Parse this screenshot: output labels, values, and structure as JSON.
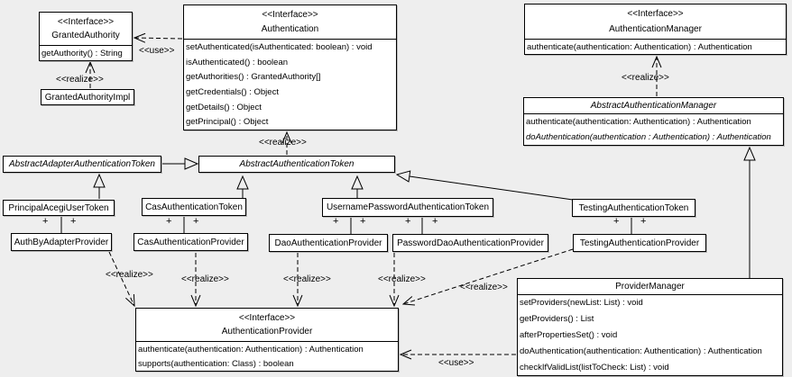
{
  "stereotypes": {
    "interface": "<<Interface>>",
    "realize": "<<realize>>",
    "use": "<<use>>",
    "plus": "+"
  },
  "classes": {
    "granted_authority": {
      "stereotype": "<<Interface>>",
      "name": "GrantedAuthority",
      "methods": [
        "getAuthority() : String"
      ]
    },
    "granted_authority_impl": {
      "name": "GrantedAuthorityImpl"
    },
    "authentication": {
      "stereotype": "<<Interface>>",
      "name": "Authentication",
      "methods": [
        "setAuthenticated(isAuthenticated: boolean) : void",
        "isAuthenticated() : boolean",
        "getAuthorities() : GrantedAuthority[]",
        "getCredentials() : Object",
        "getDetails() : Object",
        "getPrincipal() : Object"
      ]
    },
    "authentication_manager": {
      "stereotype": "<<Interface>>",
      "name": "AuthenticationManager",
      "methods": [
        "authenticate(authentication: Authentication) : Authentication"
      ]
    },
    "abstract_authentication_manager": {
      "name": "AbstractAuthenticationManager",
      "methods": [
        "authenticate(authentication: Authentication) : Authentication",
        "doAuthentication(authentication : Authentication) : Authentication"
      ]
    },
    "abstract_adapter_authentication_token": {
      "name": "AbstractAdapterAuthenticationToken"
    },
    "abstract_authentication_token": {
      "name": "AbstractAuthenticationToken"
    },
    "principal_acegi_user_token": {
      "name": "PrincipalAcegiUserToken"
    },
    "cas_authentication_token": {
      "name": "CasAuthenticationToken"
    },
    "username_password_authentication_token": {
      "name": "UsernamePasswordAuthenticationToken"
    },
    "testing_authentication_token": {
      "name": "TestingAuthenticationToken"
    },
    "auth_by_adapter_provider": {
      "name": "AuthByAdapterProvider"
    },
    "cas_authentication_provider": {
      "name": "CasAuthenticationProvider"
    },
    "dao_authentication_provider": {
      "name": "DaoAuthenticationProvider"
    },
    "password_dao_authentication_provider": {
      "name": "PasswordDaoAuthenticationProvider"
    },
    "testing_authentication_provider": {
      "name": "TestingAuthenticationProvider"
    },
    "authentication_provider": {
      "stereotype": "<<Interface>>",
      "name": "AuthenticationProvider",
      "methods": [
        "authenticate(authentication: Authentication) : Authentication",
        "supports(authentication: Class) : boolean"
      ]
    },
    "provider_manager": {
      "name": "ProviderManager",
      "methods": [
        "setProviders(newList: List) : void",
        "getProviders() : List",
        "afterPropertiesSet() : void",
        "doAuthentication(authentication: Authentication) : Authentication",
        "checkIfValidList(listToCheck: List) : void"
      ]
    }
  }
}
